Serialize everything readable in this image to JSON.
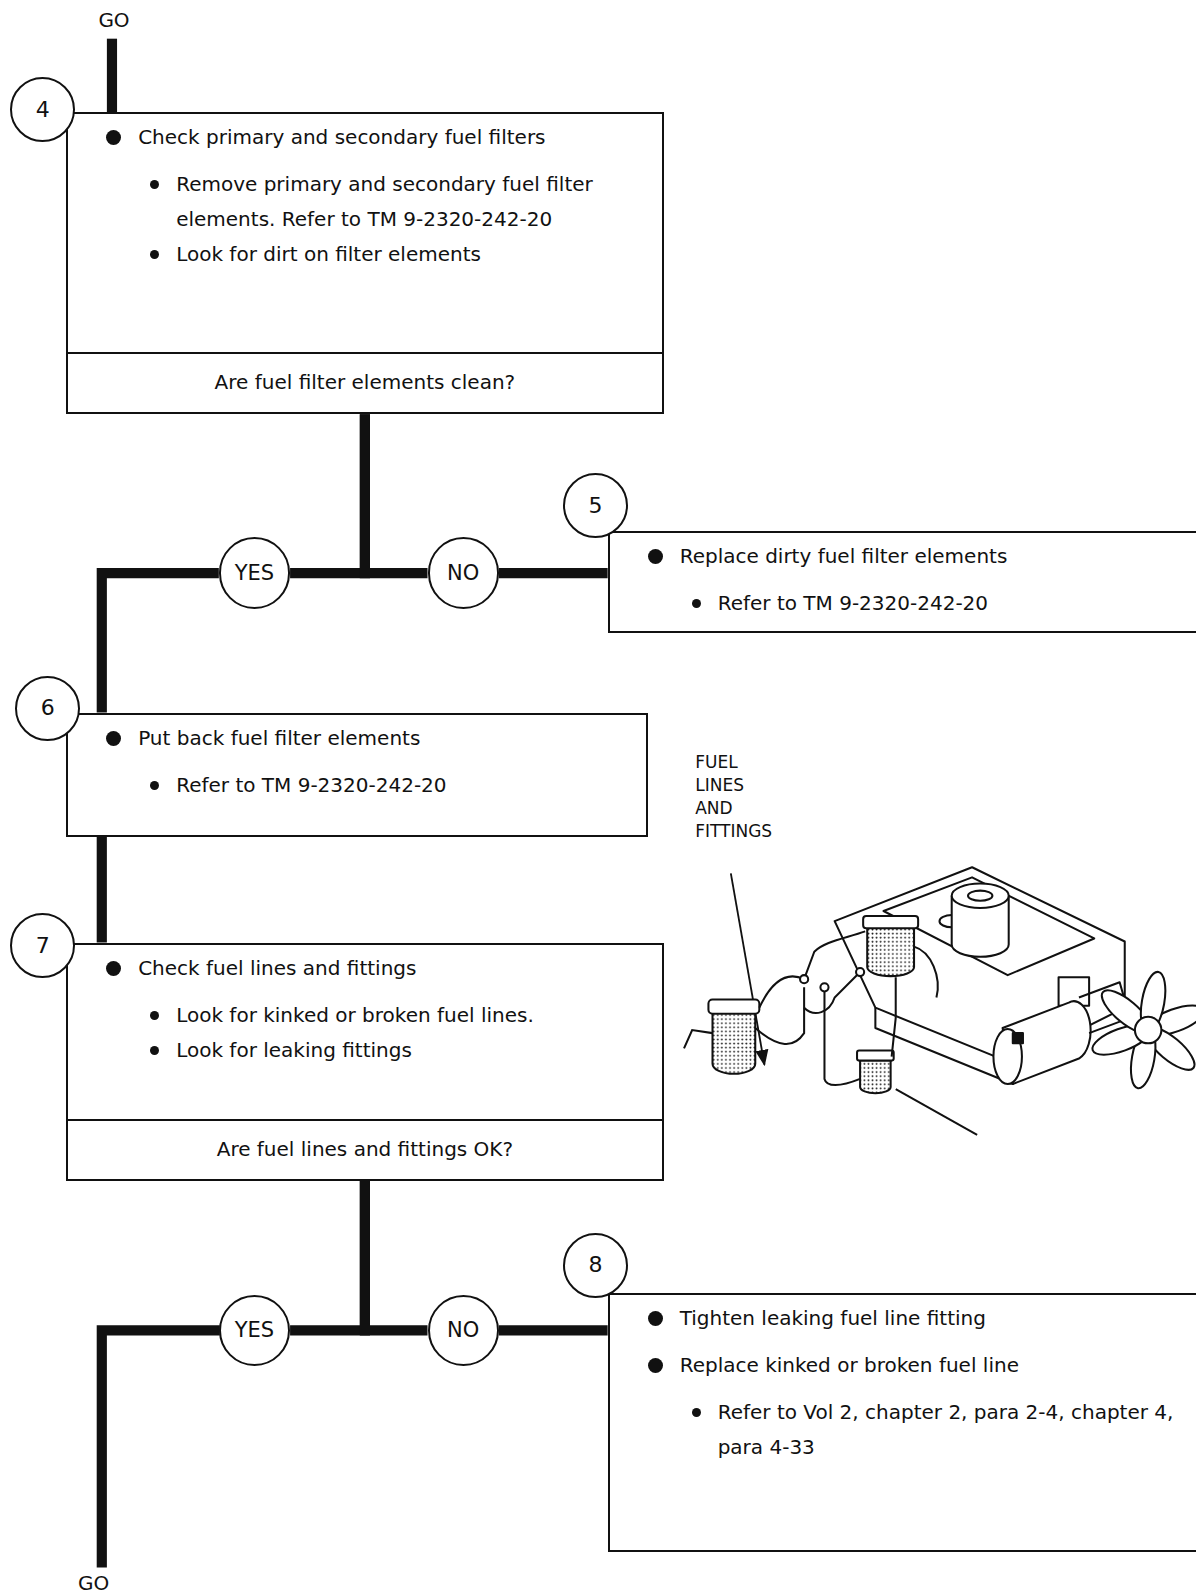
{
  "diagram": {
    "nodes": [
      {
        "text": [
          "4"
        ]
      },
      {
        "text": [
          "Check primary and secondary fuel filters",
          "Remove primary and secondary fuel filter elements. Refer to TM 9-2320-242-20",
          "Look for dirt on filter elements",
          "Are fuel filter elements clean?"
        ]
      },
      {
        "text": [
          "YES"
        ]
      },
      {
        "text": [
          "NO"
        ]
      },
      {
        "text": [
          "5"
        ]
      },
      {
        "text": [
          "Replace dirty fuel filter elements",
          "Refer to TM 9-2320-242-20"
        ]
      },
      {
        "text": [
          "6"
        ]
      },
      {
        "text": [
          "Put back fuel filter elements",
          "Refer to TM 9-2320-242-20"
        ]
      },
      {
        "text": [
          "7"
        ]
      },
      {
        "text": [
          "Check fuel lines and fittings",
          "Look for kinked or broken fuel lines.",
          "Look for leaking fittings",
          "Are fuel lines and fittings OK?"
        ]
      },
      {
        "text": [
          "YES"
        ]
      },
      {
        "text": [
          "NO"
        ]
      },
      {
        "text": [
          "8"
        ]
      },
      {
        "text": [
          "Tighten leaking fuel line fitting",
          "Replace kinked or broken fuel line",
          "Refer to Vol 2, chapter 2, para 2-4, chapter 4, para 4-33"
        ]
      }
    ],
    "edges": [
      {
        "from": 1,
        "to": 2,
        "arrow": "none"
      },
      {
        "from": 1,
        "to": 3,
        "arrow": "none"
      },
      {
        "from": 3,
        "to": 5,
        "arrow": "none"
      },
      {
        "from": 2,
        "to": 7,
        "arrow": "none"
      },
      {
        "from": 7,
        "to": 9,
        "arrow": "none"
      },
      {
        "from": 9,
        "to": 10,
        "arrow": "none"
      },
      {
        "from": 9,
        "to": 11,
        "arrow": "none"
      },
      {
        "from": 11,
        "to": 13,
        "arrow": "none"
      }
    ],
    "labels": [
      "GO",
      "FUEL LINES AND FITTINGS",
      "GO"
    ]
  }
}
